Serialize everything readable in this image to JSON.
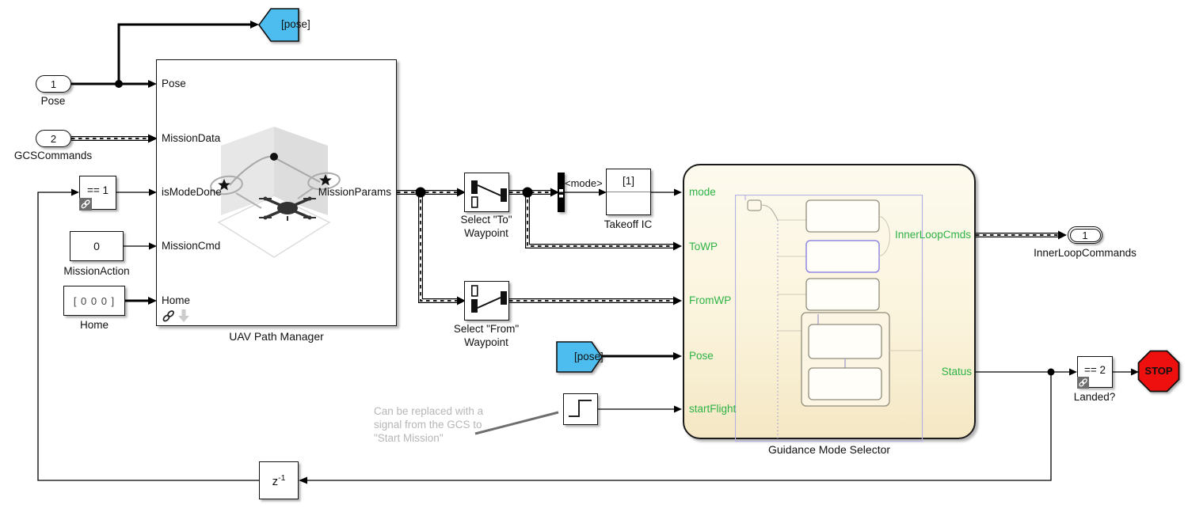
{
  "tags": {
    "goto_pose": "[pose]",
    "from_pose": "[pose]"
  },
  "inports": {
    "pose": {
      "number": "1",
      "label": "Pose"
    },
    "gcs": {
      "number": "2",
      "label": "GCSCommands"
    }
  },
  "blocks": {
    "compare_one": {
      "text": "== 1"
    },
    "mission_action": {
      "value": "0",
      "label": "MissionAction"
    },
    "home": {
      "value": "[ 0  0  0 ]",
      "label": "Home"
    },
    "uav_path_manager": {
      "label": "UAV Path Manager",
      "ports": {
        "in1": "Pose",
        "in2": "MissionData",
        "in3": "isModeDone",
        "in4": "MissionCmd",
        "in5": "Home",
        "out1": "MissionParams"
      }
    },
    "select_to": {
      "label_line1": "Select \"To\"",
      "label_line2": "Waypoint"
    },
    "select_from": {
      "label_line1": "Select \"From\"",
      "label_line2": "Waypoint"
    },
    "mode_signal": {
      "label": "<mode>"
    },
    "takeoff_ic": {
      "value": "[1]",
      "label": "Takeoff IC"
    },
    "guidance": {
      "label": "Guidance Mode Selector",
      "in1": "mode",
      "in2": "ToWP",
      "in3": "FromWP",
      "in4": "Pose",
      "in5": "startFlight",
      "out1": "InnerLoopCmds",
      "out2": "Status"
    },
    "compare_two": {
      "text": "== 2",
      "label": "Landed?"
    },
    "stop": {
      "text": "STOP"
    },
    "unit_delay": {
      "base": "z",
      "exp": "-1"
    }
  },
  "outports": {
    "inner_loop": {
      "number": "1",
      "label": "InnerLoopCommands"
    }
  },
  "annotation": {
    "line1": "Can be replaced with a",
    "line2": "signal from the GCS to",
    "line3": "\"Start Mission\""
  },
  "colors": {
    "tag_blue": "#4cbdee",
    "stop_red": "#ee0f0f",
    "chart_top": "#fdfaee",
    "chart_bottom": "#f4e7c4",
    "signal_green": "#2db345",
    "annotation_gray": "#b6b6b6"
  }
}
